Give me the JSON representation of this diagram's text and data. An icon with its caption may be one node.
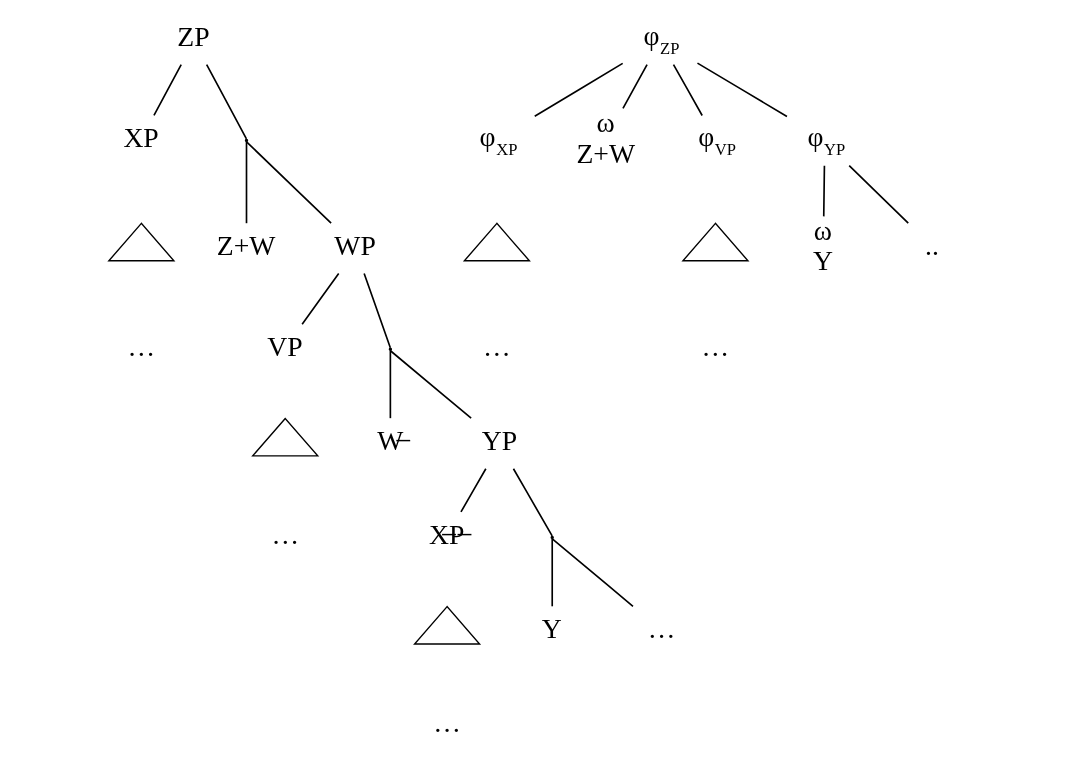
{
  "diagram": {
    "nodes": [
      {
        "text": [
          "ZP"
        ]
      },
      {
        "text": [
          "XP"
        ]
      },
      {
        "text": [],
        "shape": "triangle",
        "beside": [
          "…"
        ]
      },
      {
        "text": [],
        "shape": "point"
      },
      {
        "text": [
          "Z+W"
        ]
      },
      {
        "text": [
          "WP"
        ]
      },
      {
        "text": [
          "VP"
        ]
      },
      {
        "text": [],
        "shape": "triangle",
        "beside": [
          "…"
        ]
      },
      {
        "text": [],
        "shape": "point"
      },
      {
        "text": [
          "W̶"
        ]
      },
      {
        "text": [
          "YP"
        ]
      },
      {
        "text": [
          "X̶P̶"
        ]
      },
      {
        "text": [],
        "shape": "triangle",
        "beside": [
          "…"
        ]
      },
      {
        "text": [],
        "shape": "point"
      },
      {
        "text": [
          "Y"
        ]
      },
      {
        "text": [
          "…"
        ]
      },
      {
        "text": [
          "φ$_{ZP}$"
        ]
      },
      {
        "text": [
          "φ$_{XP}$"
        ]
      },
      {
        "text": [],
        "shape": "triangle",
        "beside": [
          "…"
        ]
      },
      {
        "text": [
          "ω",
          "Z+W"
        ]
      },
      {
        "text": [
          "φ$_{VP}$"
        ]
      },
      {
        "text": [],
        "shape": "triangle",
        "beside": [
          "…"
        ]
      },
      {
        "text": [
          "φ$_{YP}$"
        ]
      },
      {
        "text": [
          "ω",
          "Y"
        ]
      },
      {
        "text": [
          ".."
        ]
      }
    ],
    "edges": [
      {
        "from": 0,
        "to": 1,
        "arrow": "none"
      },
      {
        "from": 0,
        "to": 3,
        "arrow": "none"
      },
      {
        "from": 3,
        "to": 4,
        "arrow": "none"
      },
      {
        "from": 3,
        "to": 5,
        "arrow": "none"
      },
      {
        "from": 5,
        "to": 6,
        "arrow": "none"
      },
      {
        "from": 5,
        "to": 8,
        "arrow": "none"
      },
      {
        "from": 8,
        "to": 9,
        "arrow": "none"
      },
      {
        "from": 8,
        "to": 10,
        "arrow": "none"
      },
      {
        "from": 10,
        "to": 11,
        "arrow": "none"
      },
      {
        "from": 10,
        "to": 13,
        "arrow": "none"
      },
      {
        "from": 13,
        "to": 14,
        "arrow": "none"
      },
      {
        "from": 13,
        "to": 15,
        "arrow": "none"
      },
      {
        "from": 16,
        "to": 17,
        "arrow": "none"
      },
      {
        "from": 16,
        "to": 19,
        "arrow": "none"
      },
      {
        "from": 16,
        "to": 20,
        "arrow": "none"
      },
      {
        "from": 16,
        "to": 22,
        "arrow": "none"
      },
      {
        "from": 22,
        "to": 23,
        "arrow": "none"
      },
      {
        "from": 22,
        "to": 24,
        "arrow": "none"
      }
    ]
  }
}
